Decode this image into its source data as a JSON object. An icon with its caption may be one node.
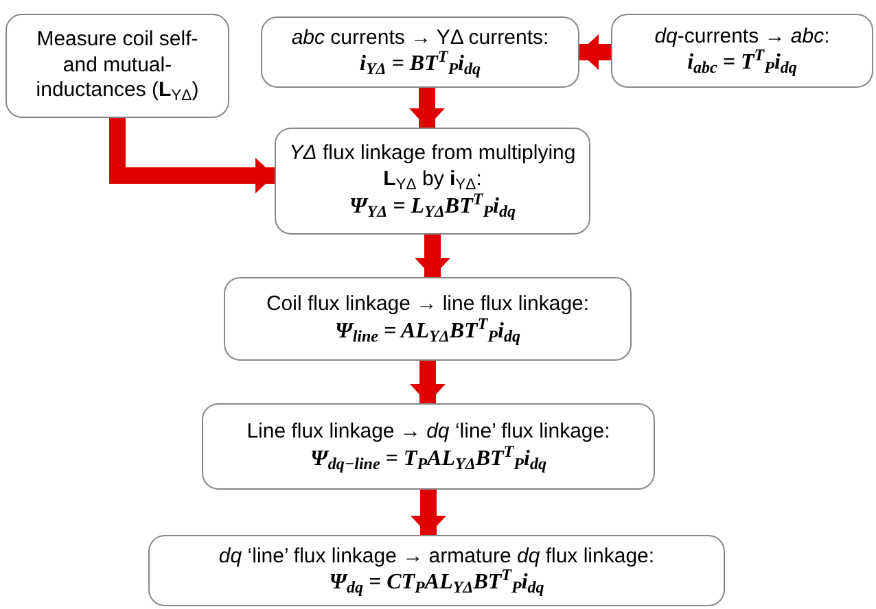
{
  "diagram": {
    "nodes": [
      {
        "text": [
          "Measure coil self- and mutual- inductances (**L**$_{YΔ}$)"
        ]
      },
      {
        "text": [
          "*abc* currents → YΔ currents:",
          "i$_{YΔ}$ = BT$^{T}$$_{P}$i$_{dq}$"
        ]
      },
      {
        "text": [
          "*dq*-currents → *abc*:",
          "i$_{abc}$ = T$^{T}$$_{P}$i$_{dq}$"
        ]
      },
      {
        "text": [
          "*YΔ* flux linkage from multiplying **L**$_{YΔ}$ by **i**$_{YΔ}$:",
          "Ψ$_{YΔ}$ = L$_{YΔ}$BT$^{T}$$_{P}$i$_{dq}$"
        ]
      },
      {
        "text": [
          "Coil flux linkage → line flux linkage:",
          "Ψ$_{line}$ = AL$_{YΔ}$BT$^{T}$$_{P}$i$_{dq}$"
        ]
      },
      {
        "text": [
          "Line flux linkage → *dq* ‘line’ flux linkage:",
          "Ψ$_{dq−line}$ = T$_{P}$AL$_{YΔ}$BT$^{T}$$_{P}$i$_{dq}$"
        ]
      },
      {
        "text": [
          "*dq* ‘line’ flux linkage → armature *dq* flux linkage:",
          "Ψ$_{dq}$ = CT$_{P}$AL$_{YΔ}$BT$^{T}$$_{P}$i$_{dq}$"
        ]
      }
    ],
    "edges": [
      {
        "from": 2,
        "to": 1,
        "arrow": "to"
      },
      {
        "from": 0,
        "to": 3,
        "arrow": "to"
      },
      {
        "from": 1,
        "to": 3,
        "arrow": "to"
      },
      {
        "from": 3,
        "to": 4,
        "arrow": "to"
      },
      {
        "from": 4,
        "to": 5,
        "arrow": "to"
      },
      {
        "from": 5,
        "to": 6,
        "arrow": "to"
      }
    ]
  }
}
